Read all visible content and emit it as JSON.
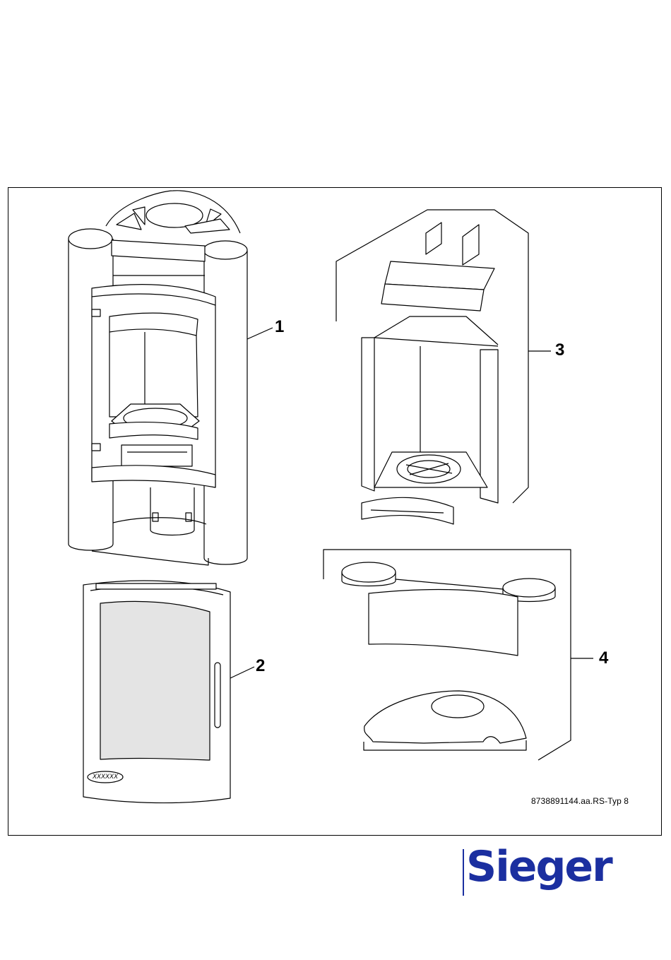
{
  "callouts": {
    "c1": "1",
    "c2": "2",
    "c3": "3",
    "c4": "4"
  },
  "door_badge": "XXXXXX",
  "document_number": "8738891144.aa.RS-Typ 8",
  "brand": {
    "name": "Sieger",
    "color": "#1b2fa0"
  },
  "colors": {
    "line": "#000000",
    "glass": "#e4e4e4",
    "fill": "#ffffff"
  }
}
